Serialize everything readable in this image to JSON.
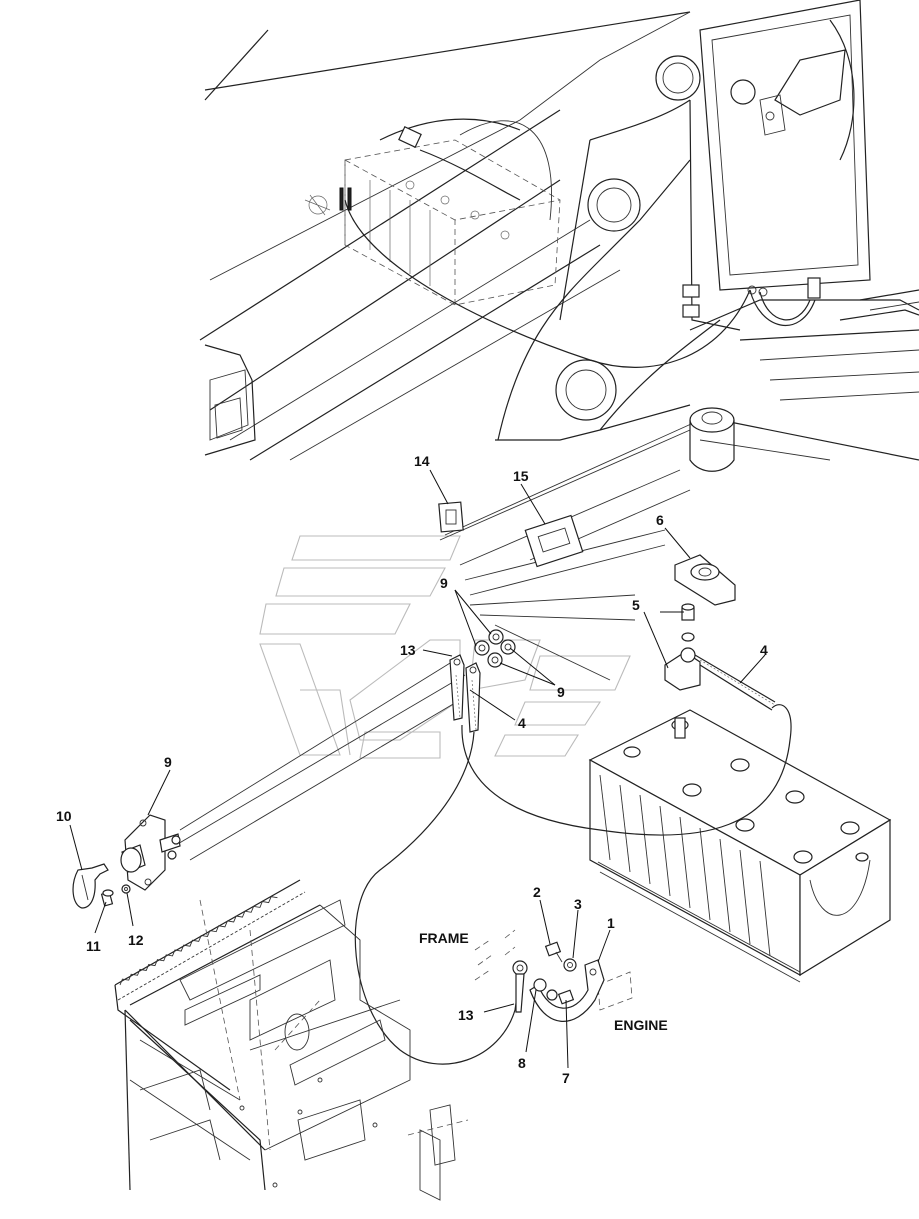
{
  "callouts": [
    {
      "id": "c14",
      "text": "14"
    },
    {
      "id": "c15",
      "text": "15"
    },
    {
      "id": "c6",
      "text": "6"
    },
    {
      "id": "c9a",
      "text": "9"
    },
    {
      "id": "c5",
      "text": "5"
    },
    {
      "id": "c13a",
      "text": "13"
    },
    {
      "id": "c4a",
      "text": "4"
    },
    {
      "id": "c9b",
      "text": "9"
    },
    {
      "id": "c4b",
      "text": "4"
    },
    {
      "id": "c9c",
      "text": "9"
    },
    {
      "id": "c10",
      "text": "10"
    },
    {
      "id": "c11",
      "text": "11"
    },
    {
      "id": "c12",
      "text": "12"
    },
    {
      "id": "c2",
      "text": "2"
    },
    {
      "id": "c3",
      "text": "3"
    },
    {
      "id": "c1",
      "text": "1"
    },
    {
      "id": "c13b",
      "text": "13"
    },
    {
      "id": "c8",
      "text": "8"
    },
    {
      "id": "c7",
      "text": "7"
    }
  ],
  "labels": {
    "frame": "FRAME",
    "engine": "ENGINE"
  }
}
